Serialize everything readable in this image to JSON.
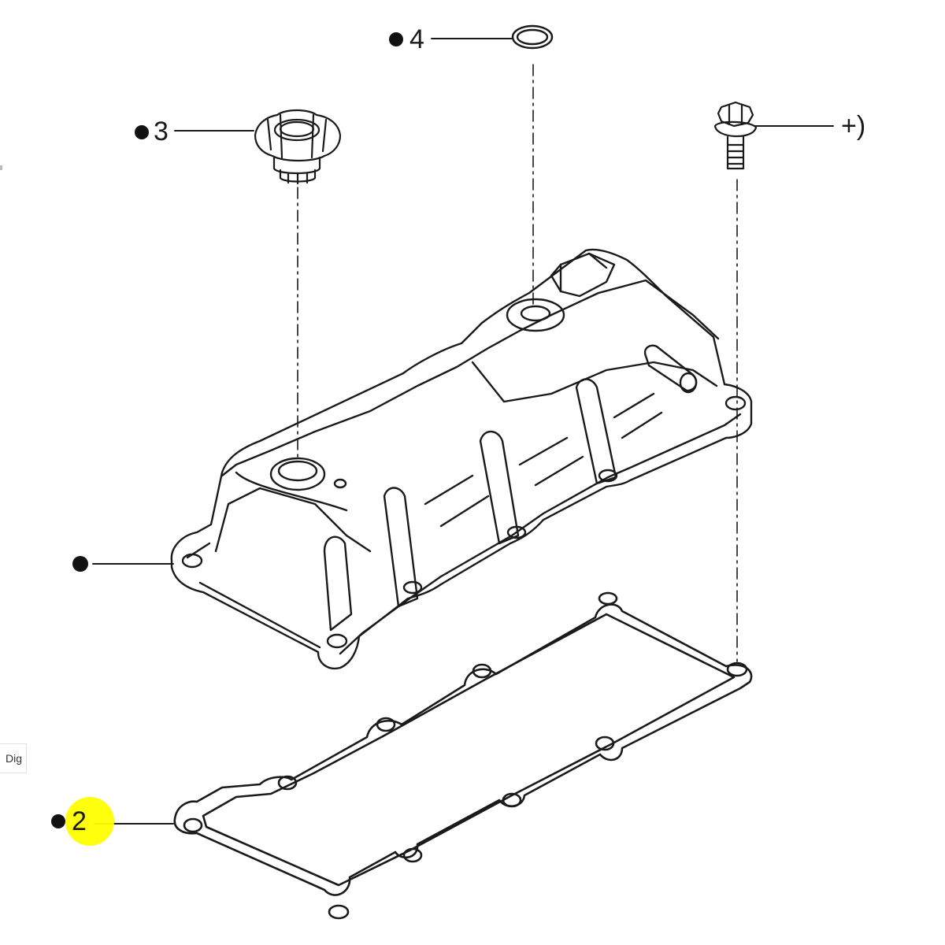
{
  "callouts": {
    "cap_number": "3",
    "seal_number": "4",
    "bolt_note": "+)",
    "gasket_number": "2"
  },
  "side_tab": {
    "label": "Dig"
  },
  "colors": {
    "highlight": "#ffff00",
    "line": "#1a1a1a",
    "background": "#ffffff"
  }
}
